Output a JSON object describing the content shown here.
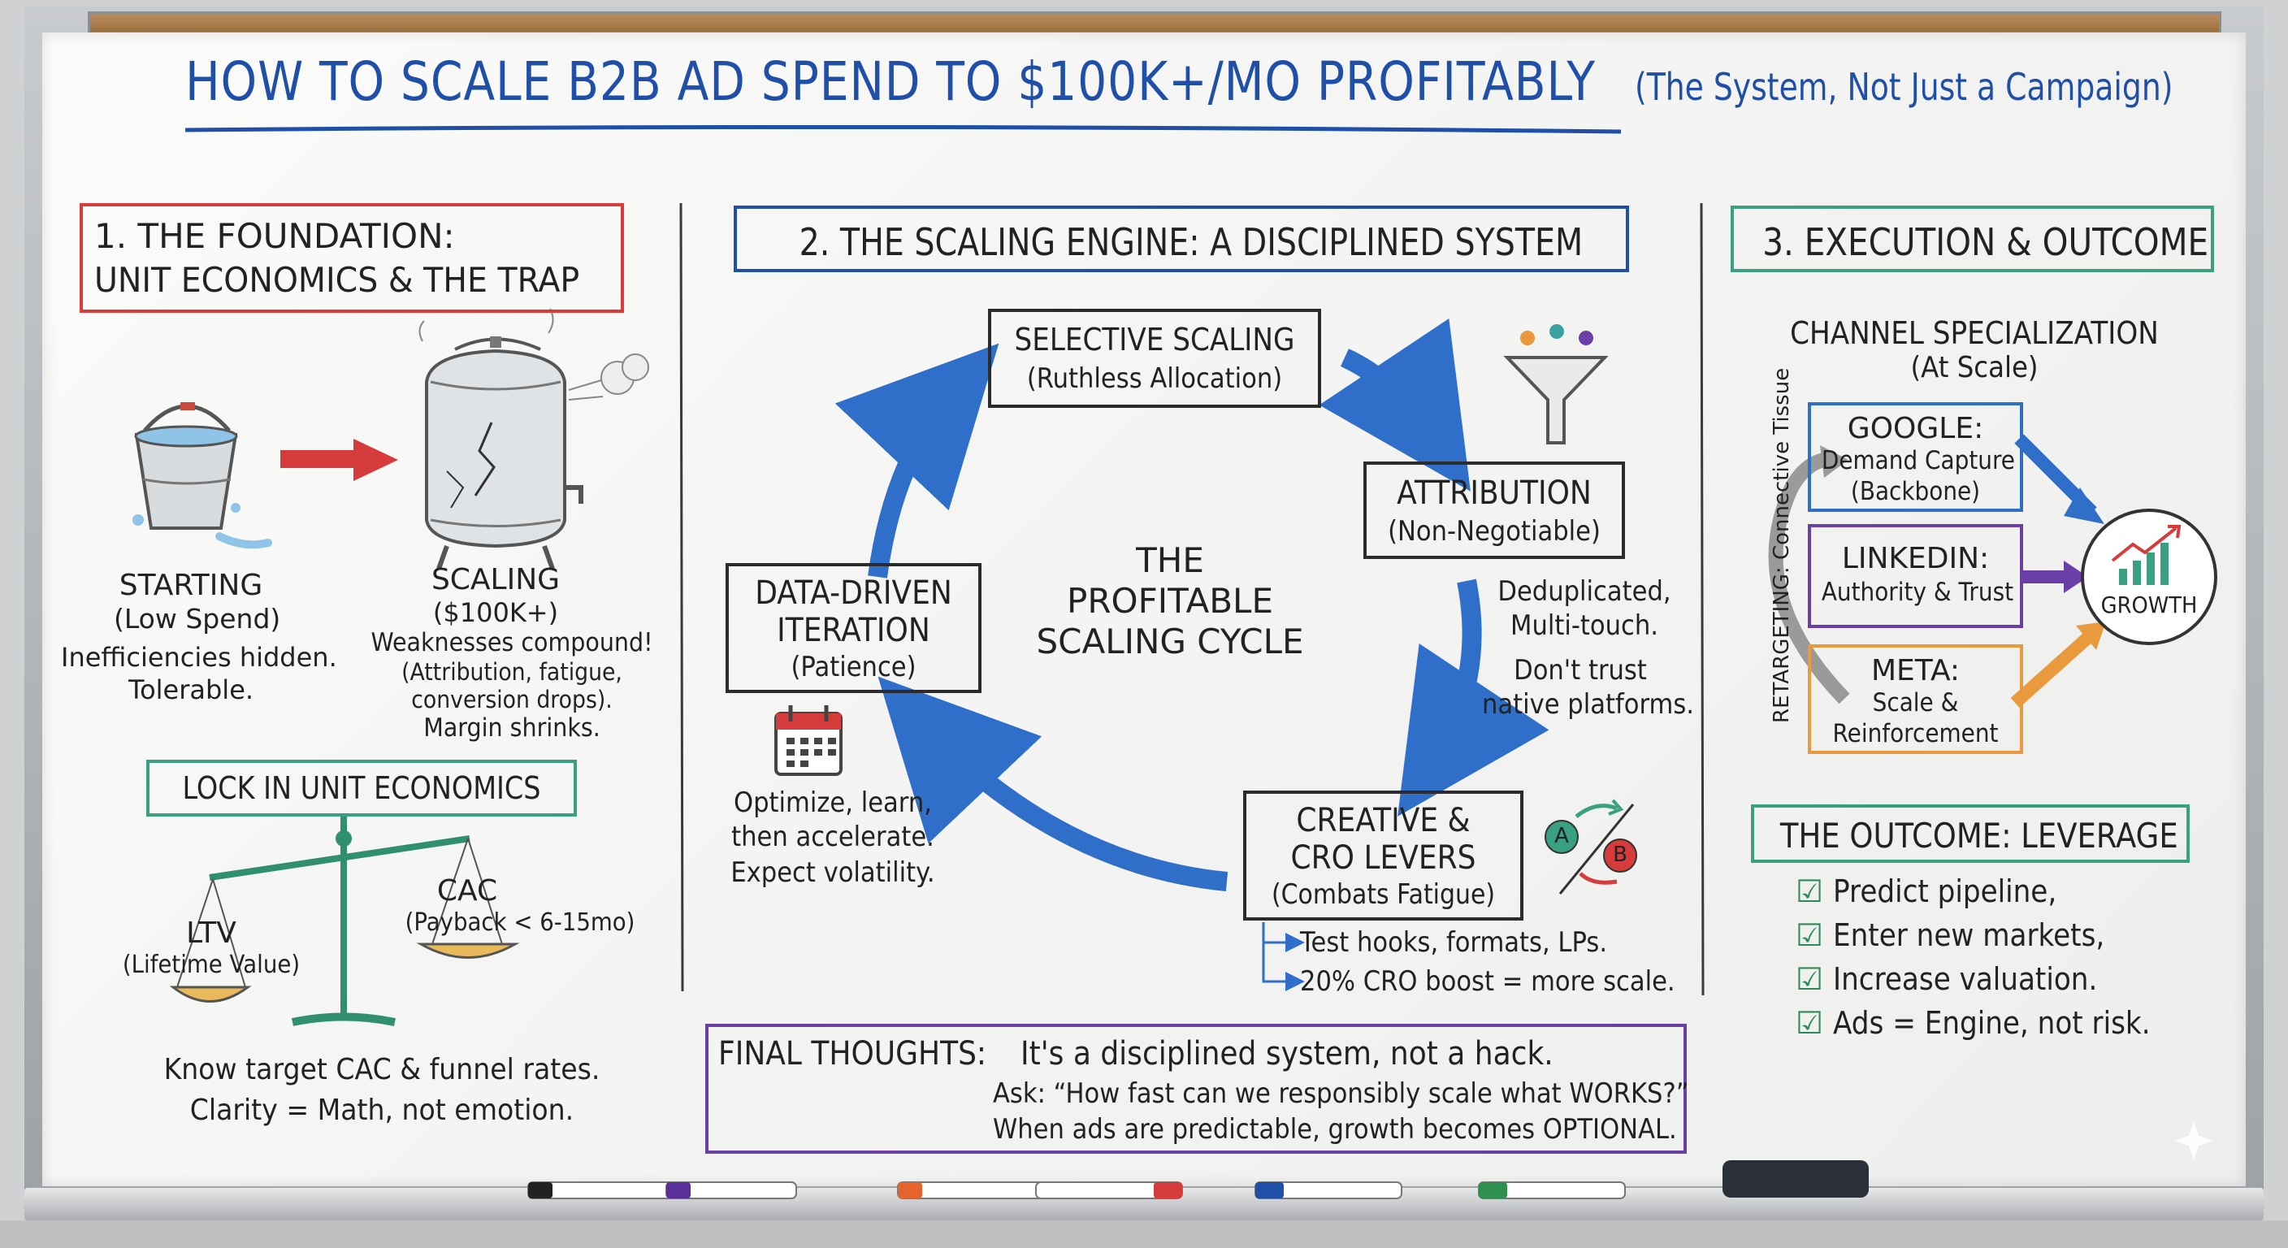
{
  "title": {
    "main": "HOW TO SCALE B2B AD SPEND TO $100K+/MO PROFITABLY",
    "subtitle": "(The System, Not Just a Campaign)"
  },
  "section1": {
    "heading_line1": "1. THE FOUNDATION:",
    "heading_line2": "UNIT ECONOMICS & THE TRAP",
    "starting_title": "STARTING",
    "starting_sub": "(Low Spend)",
    "starting_note1": "Inefficiencies hidden.",
    "starting_note2": "Tolerable.",
    "scaling_title": "SCALING",
    "scaling_sub": "($100K+)",
    "scaling_note1": "Weaknesses compound!",
    "scaling_note2": "(Attribution, fatigue,",
    "scaling_note3": "conversion drops).",
    "scaling_note4": "Margin shrinks.",
    "lock_label": "LOCK IN UNIT ECONOMICS",
    "ltv_title": "LTV",
    "ltv_sub": "(Lifetime Value)",
    "cac_title": "CAC",
    "cac_sub": "(Payback < 6-15mo)",
    "footer1": "Know target CAC & funnel rates.",
    "footer2": "Clarity = Math, not emotion."
  },
  "section2": {
    "heading": "2. THE SCALING ENGINE: A DISCIPLINED SYSTEM",
    "selective_title": "SELECTIVE SCALING",
    "selective_sub": "(Ruthless Allocation)",
    "attribution_title": "ATTRIBUTION",
    "attribution_sub": "(Non-Negotiable)",
    "attribution_note1": "Deduplicated,",
    "attribution_note2": "Multi-touch.",
    "attribution_note3": "Don't trust",
    "attribution_note4": "native platforms.",
    "creative_title1": "CREATIVE &",
    "creative_title2": "CRO LEVERS",
    "creative_sub": "(Combats Fatigue)",
    "creative_note1": "Test hooks, formats, LPs.",
    "creative_note2": "20% CRO boost = more scale.",
    "data_title1": "DATA-DRIVEN",
    "data_title2": "ITERATION",
    "data_sub": "(Patience)",
    "data_note1": "Optimize, learn,",
    "data_note2": "then accelerate.",
    "data_note3": "Expect volatility.",
    "center_line1": "THE",
    "center_line2": "PROFITABLE",
    "center_line3": "SCALING CYCLE",
    "ab_a": "A",
    "ab_b": "B"
  },
  "section3": {
    "heading": "3. EXECUTION & OUTCOME",
    "channel_title": "CHANNEL SPECIALIZATION",
    "channel_sub": "(At Scale)",
    "retargeting": "RETARGETING: Connective Tissue",
    "google_title": "GOOGLE:",
    "google_sub1": "Demand Capture",
    "google_sub2": "(Backbone)",
    "linkedin_title": "LINKEDIN:",
    "linkedin_sub": "Authority & Trust",
    "meta_title": "META:",
    "meta_sub1": "Scale &",
    "meta_sub2": "Reinforcement",
    "growth": "GROWTH",
    "outcome_heading": "THE OUTCOME: LEVERAGE",
    "outcomes": [
      "Predict pipeline,",
      "Enter new markets,",
      "Increase valuation.",
      "Ads = Engine, not risk."
    ]
  },
  "final": {
    "label": "FINAL THOUGHTS:",
    "line1": "It's a disciplined system, not a hack.",
    "line2": "Ask: “How fast can we responsibly scale what WORKS?”",
    "line3": "When ads are predictable, growth becomes OPTIONAL."
  },
  "colors": {
    "blue_heading": "#1f4fa8",
    "red_box": "#d63c3c",
    "teal_box": "#3aa082",
    "purple_box": "#6a3fa8",
    "arrow_blue": "#2f6fc9",
    "orange": "#e99a3c"
  }
}
